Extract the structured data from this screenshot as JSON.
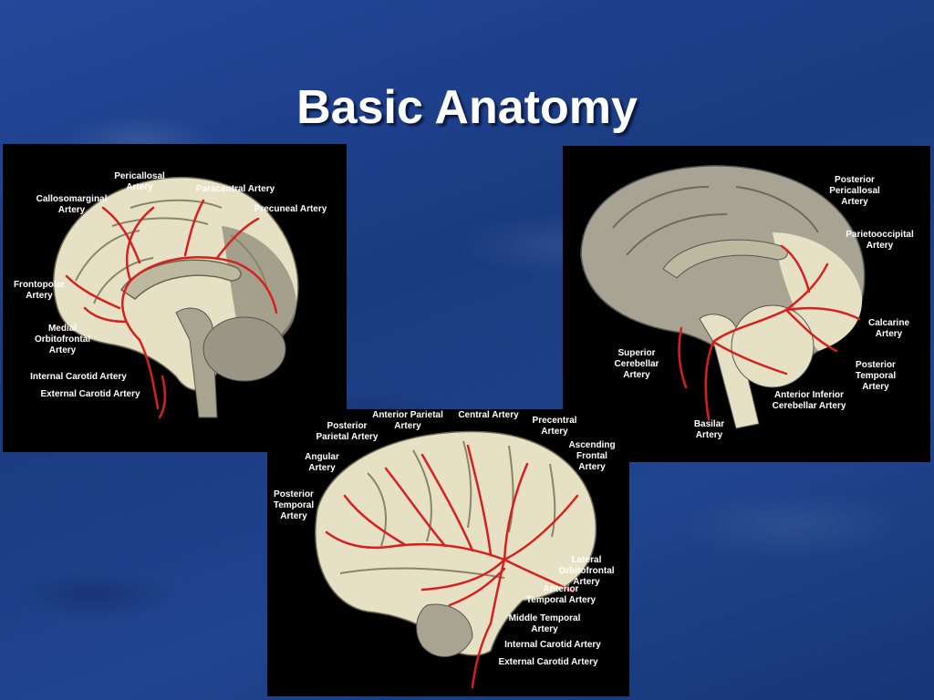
{
  "title": "Basic Anatomy",
  "colors": {
    "background": "#1d3f86",
    "artery": "#d62020",
    "brain": "#e8e4c8",
    "panel": "#000000"
  },
  "panels": {
    "medial": {
      "labels": {
        "pericallosal": "Pericallosal\nArtery",
        "paracentral": "Paracentral Artery",
        "callosomarginal": "Callosomarginal\nArtery",
        "precuneal": "Precuneal Artery",
        "frontopolar": "Frontopolar\nArtery",
        "medial_orbitofrontal": "Medial\nOrbitofrontal\nArtery",
        "internal_carotid": "Internal Carotid Artery",
        "external_carotid": "External Carotid Artery"
      }
    },
    "posterior_medial": {
      "labels": {
        "posterior_pericallosal": "Posterior\nPericallosal\nArtery",
        "parietooccipital": "Parietooccipital\nArtery",
        "calcarine": "Calcarine\nArtery",
        "posterior_temporal": "Posterior\nTemporal\nArtery",
        "superior_cerebellar": "Superior\nCerebellar\nArtery",
        "anterior_inferior_cerebellar": "Anterior Inferior\nCerebellar Artery",
        "basilar": "Basilar\nArtery"
      }
    },
    "lateral": {
      "labels": {
        "anterior_parietal": "Anterior Parietal\nArtery",
        "central": "Central Artery",
        "precentral": "Precentral\nArtery",
        "posterior_parietal": "Posterior\nParietal Artery",
        "ascending_frontal": "Ascending\nFrontal\nArtery",
        "angular": "Angular\nArtery",
        "posterior_temporal": "Posterior\nTemporal\nArtery",
        "lateral_orbitofrontal": "Lateral\nOrbitofrontal\nArtery",
        "anterior_temporal": "Anterior\nTemporal Artery",
        "middle_temporal": "Middle Temporal\nArtery",
        "internal_carotid": "Internal Carotid Artery",
        "external_carotid": "External Carotid Artery"
      }
    }
  }
}
